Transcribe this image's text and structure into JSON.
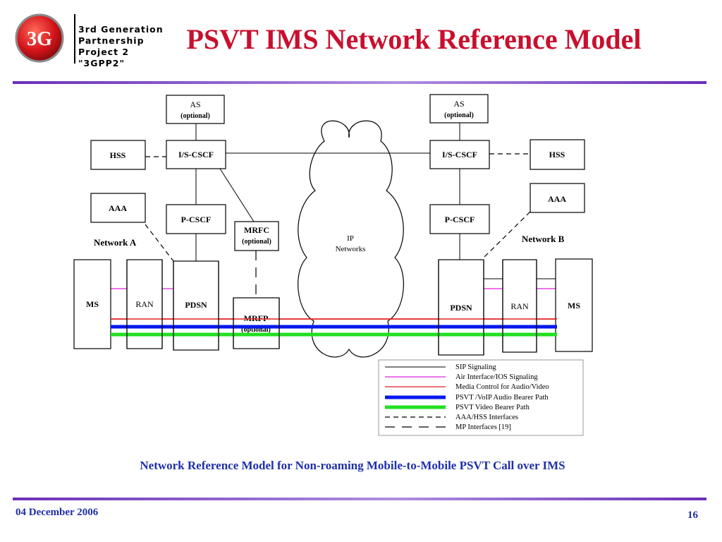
{
  "header": {
    "logo_mark": "3G",
    "logo_lines": [
      "3rd Generation",
      "Partnership",
      "Project 2",
      "\"3GPP2\""
    ],
    "title": "PSVT IMS Network Reference Model"
  },
  "diagram": {
    "left": {
      "as": "AS",
      "as_sub": "(optional)",
      "hss": "HSS",
      "iscscf": "I/S-CSCF",
      "aaa": "AAA",
      "pcscf": "P-CSCF",
      "mrfc": "MRFC",
      "mrfc_sub": "(optional)",
      "network_label": "Network A",
      "ms": "MS",
      "ran": "RAN",
      "pdsn": "PDSN",
      "mrfp": "MRFP",
      "mrfp_sub": "(optional)"
    },
    "cloud": {
      "line1": "IP",
      "line2": "Networks"
    },
    "right": {
      "as": "AS",
      "as_sub": "(optional)",
      "iscscf": "I/S-CSCF",
      "hss": "HSS",
      "aaa": "AAA",
      "pcscf": "P-CSCF",
      "network_label": "Network B",
      "pdsn": "PDSN",
      "ran": "RAN",
      "ms": "MS"
    },
    "legend": [
      {
        "label": "SIP Signaling",
        "color": "#000000",
        "style": "solid-thin"
      },
      {
        "label": "Air Interface/IOS Signaling",
        "color": "#e020e0",
        "style": "solid-thin"
      },
      {
        "label": "Media Control for Audio/Video",
        "color": "#e02020",
        "style": "solid-thin"
      },
      {
        "label": "PSVT /VoIP Audio Bearer Path",
        "color": "#0018f0",
        "style": "solid-thick"
      },
      {
        "label": "PSVT Video Bearer Path",
        "color": "#20e020",
        "style": "solid-thick"
      },
      {
        "label": "AAA/HSS Interfaces",
        "color": "#000000",
        "style": "dashed-short"
      },
      {
        "label": "MP Interfaces [19]",
        "color": "#000000",
        "style": "dashed-long"
      }
    ]
  },
  "caption": "Network Reference Model for Non-roaming Mobile-to-Mobile PSVT Call over IMS",
  "footer": {
    "date": "04 December 2006",
    "page": "16"
  },
  "colors": {
    "title": "#c8102e",
    "caption": "#1f2fa8",
    "rule": "#6a2fb7"
  }
}
